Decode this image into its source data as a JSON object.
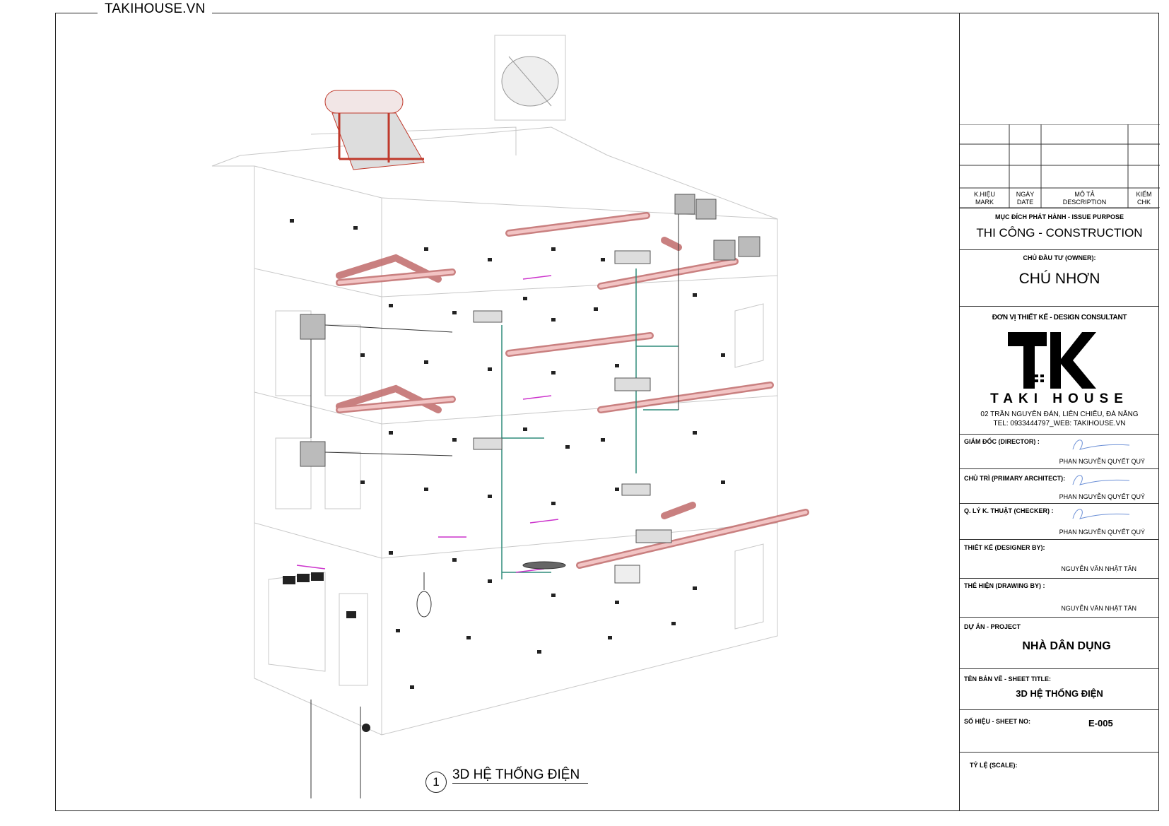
{
  "brand": "TAKIHOUSE.VN",
  "revision_table": {
    "headers": [
      "K.HIỆU\nMARK",
      "NGÀY\nDATE",
      "MÔ TẢ\nDESCRIPTION",
      "KIỂM\nCHK"
    ],
    "mark_label": "K.HIỆU",
    "mark_label_en": "MARK",
    "date_label": "NGÀY",
    "date_label_en": "DATE",
    "desc_label": "MÔ TẢ",
    "desc_label_en": "DESCRIPTION",
    "chk_label": "KIỂM",
    "chk_label_en": "CHK"
  },
  "issue_purpose": {
    "label": "MỤC ĐÍCH PHÁT HÀNH - ISSUE PURPOSE",
    "value": "THI CÔNG - CONSTRUCTION"
  },
  "owner": {
    "label": "CHỦ ĐẦU TƯ (OWNER):",
    "value": "CHÚ NHƠN"
  },
  "consultant": {
    "label": "ĐƠN VỊ THIẾT KẾ - DESIGN CONSULTANT",
    "logo_text": "TAKI HOUSE",
    "address": "02 TRẦN NGUYÊN ĐÁN, LIÊN CHIỂU, ĐÀ NẴNG",
    "contact": "TEL: 0933444797_WEB: TAKIHOUSE.VN"
  },
  "roles": {
    "director": {
      "label": "GIÁM ĐỐC (DIRECTOR) :",
      "name": "PHAN NGUYỄN QUYẾT QUÝ"
    },
    "primary_architect": {
      "label": "CHỦ TRÌ (PRIMARY ARCHITECT):",
      "name": "PHAN NGUYỄN QUYẾT QUÝ"
    },
    "checker": {
      "label": "Q. LÝ K. THUẬT (CHECKER) :",
      "name": "PHAN NGUYỄN QUYẾT QUÝ"
    },
    "designer": {
      "label": "THIẾT KẾ (DESIGNER BY):",
      "name": "NGUYỄN VĂN NHẬT TÂN"
    },
    "drawing_by": {
      "label": "THỂ HIỆN (DRAWING BY) :",
      "name": "NGUYỄN VĂN NHẬT TÂN"
    }
  },
  "project": {
    "label": "DỰ ÁN -  PROJECT",
    "value": "NHÀ DÂN DỤNG"
  },
  "sheet_title": {
    "label": "TÊN BẢN VẼ - SHEET TITLE:",
    "value": "3D HỆ THỐNG ĐIỆN"
  },
  "sheet_no": {
    "label": "SỐ HIỆU - SHEET NO:",
    "value": "E-005"
  },
  "scale": {
    "label": "TỶ LỆ (SCALE):"
  },
  "view_callout": {
    "number": "1",
    "title": "3D HỆ THỐNG ĐIỆN"
  },
  "colors": {
    "duct": "#e8a0a0",
    "duct_stroke": "#c06a6a",
    "pipe": "#2e8b7a",
    "heater": "#c0392b",
    "fan_coil_tag": "#cc33cc"
  }
}
